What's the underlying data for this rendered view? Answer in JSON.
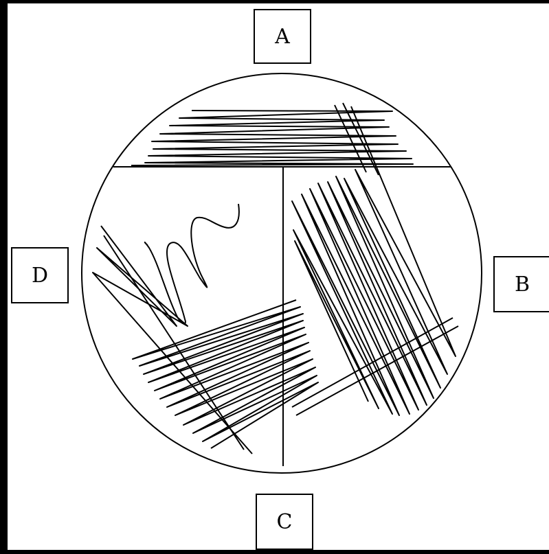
{
  "quadrant_labels": {
    "a": "A",
    "b": "B",
    "c": "C",
    "d": "D"
  },
  "colors": {
    "ink": "#000000",
    "background": "#ffffff"
  }
}
